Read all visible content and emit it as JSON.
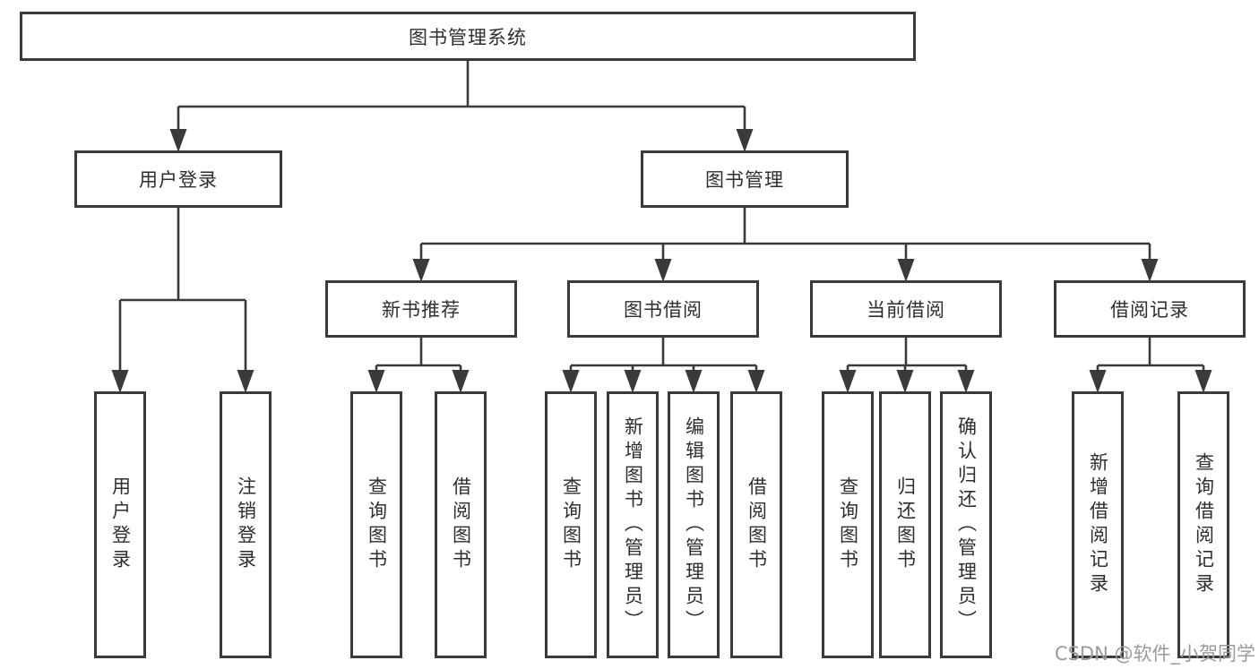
{
  "diagram": {
    "root": {
      "label": "图书管理系统"
    },
    "level2": [
      {
        "id": "user-login",
        "label": "用户登录"
      },
      {
        "id": "book-management",
        "label": "图书管理"
      }
    ],
    "level3": [
      {
        "id": "new-book-recommend",
        "label": "新书推荐",
        "parent": "图书管理"
      },
      {
        "id": "book-borrowing",
        "label": "图书借阅",
        "parent": "图书管理"
      },
      {
        "id": "current-borrowing",
        "label": "当前借阅",
        "parent": "图书管理"
      },
      {
        "id": "borrowing-records",
        "label": "借阅记录",
        "parent": "图书管理"
      }
    ],
    "leaves": [
      {
        "label": "用户登录",
        "parent": "用户登录"
      },
      {
        "label": "注销登录",
        "parent": "用户登录"
      },
      {
        "label": "查询图书",
        "parent": "新书推荐"
      },
      {
        "label": "借阅图书",
        "parent": "新书推荐"
      },
      {
        "label": "查询图书",
        "parent": "图书借阅"
      },
      {
        "label": "新增图书（管理员）",
        "parent": "图书借阅"
      },
      {
        "label": "编辑图书（管理员）",
        "parent": "图书借阅"
      },
      {
        "label": "借阅图书",
        "parent": "图书借阅"
      },
      {
        "label": "查询图书",
        "parent": "当前借阅"
      },
      {
        "label": "归还图书",
        "parent": "当前借阅"
      },
      {
        "label": "确认归还（管理员）",
        "parent": "当前借阅"
      },
      {
        "label": "新增借阅记录",
        "parent": "借阅记录"
      },
      {
        "label": "查询借阅记录",
        "parent": "借阅记录"
      }
    ]
  },
  "watermark": {
    "text": "CSDN @软件_小贺同学"
  },
  "colors": {
    "line": "#3a3a3a",
    "box_border": "#3a3a3a",
    "text": "#2e2e2e",
    "watermark": "#9a9a9a",
    "background": "#ffffff"
  }
}
